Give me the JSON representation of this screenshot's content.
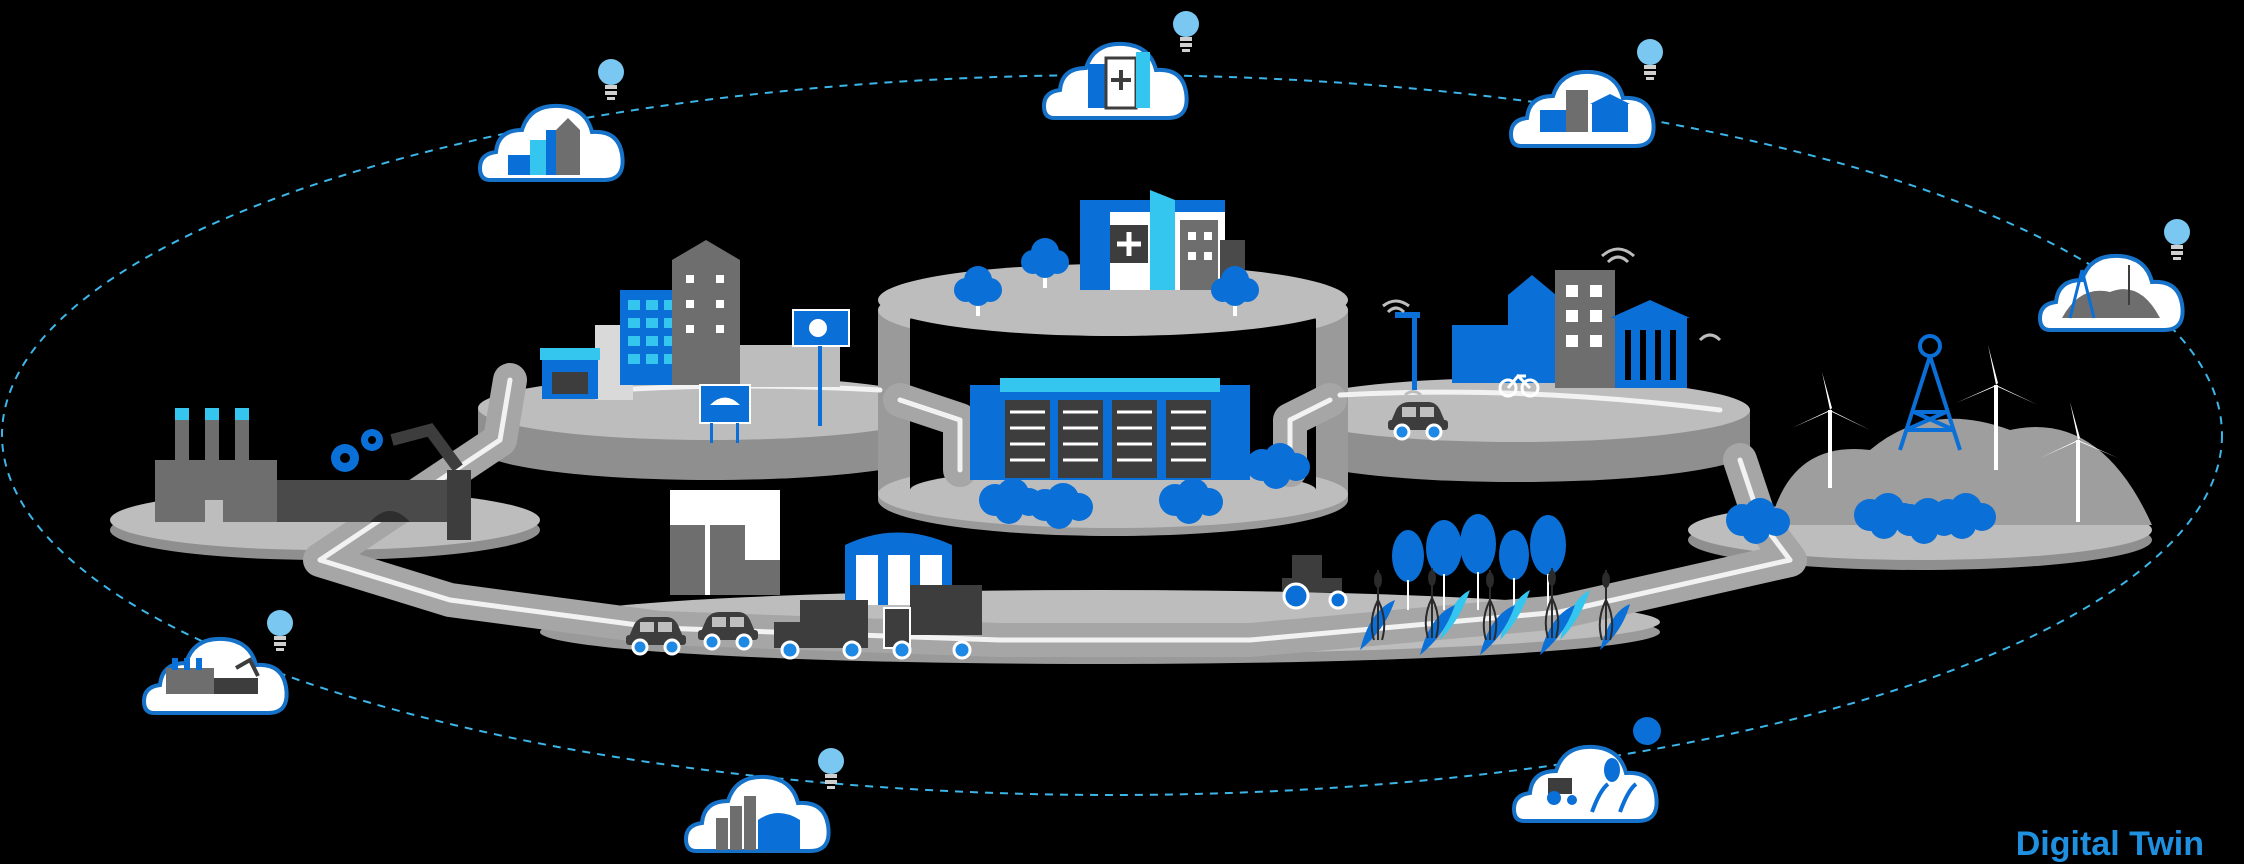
{
  "caption": "Digital Twin",
  "colors": {
    "background": "#000000",
    "platform": "#bdbdbd",
    "platform_side": "#8f8f8f",
    "road": "#a6a6a6",
    "road_line": "#f2f2f2",
    "blue": "#0a6fd6",
    "blue_light": "#35c6f0",
    "building_gray": "#6e6e6e",
    "building_dark": "#3d3d3d",
    "cloud_fill": "#ffffff",
    "cloud_stroke": "#1572c8",
    "orbit": "#3cb6e8"
  },
  "zones": [
    {
      "id": "factory",
      "icon": "factory-icon"
    },
    {
      "id": "retail",
      "icon": "shopping-street-icon"
    },
    {
      "id": "hospital",
      "icon": "hospital-icon"
    },
    {
      "id": "data-center",
      "icon": "server-rack-icon"
    },
    {
      "id": "smart-city",
      "icon": "smart-city-icon"
    },
    {
      "id": "energy",
      "icon": "wind-turbine-icon"
    },
    {
      "id": "logistics",
      "icon": "warehouse-truck-icon"
    },
    {
      "id": "agriculture",
      "icon": "farm-tractor-icon"
    }
  ],
  "clouds": [
    {
      "id": "retail",
      "icon": "city-buildings-icon",
      "bulb": "lightbulb-icon"
    },
    {
      "id": "hospital",
      "icon": "hospital-icon",
      "bulb": "lightbulb-icon"
    },
    {
      "id": "smart-city",
      "icon": "civic-buildings-icon",
      "bulb": "lightbulb-icon"
    },
    {
      "id": "energy",
      "icon": "energy-tower-icon",
      "bulb": "lightbulb-icon"
    },
    {
      "id": "factory",
      "icon": "factory-icon",
      "bulb": "lightbulb-icon"
    },
    {
      "id": "logistics",
      "icon": "warehouse-icon",
      "bulb": "lightbulb-icon"
    },
    {
      "id": "agriculture",
      "icon": "farm-icon",
      "bulb": "indicator-dot-icon"
    }
  ]
}
